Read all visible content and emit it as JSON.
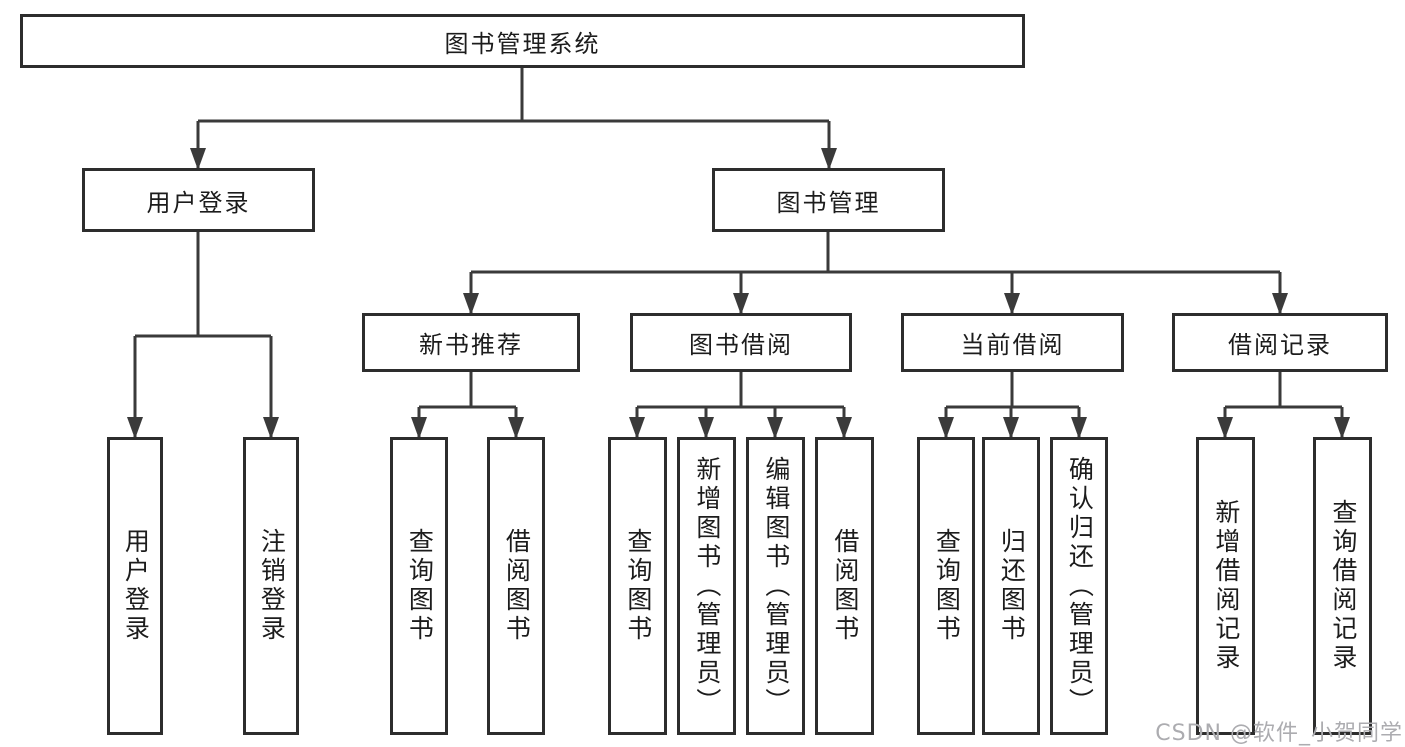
{
  "nodes": {
    "root": {
      "label": "图书管理系统"
    },
    "user_login": {
      "label": "用户登录",
      "children": [
        "用户登录",
        "注销登录"
      ]
    },
    "book_mgmt": {
      "label": "图书管理"
    },
    "new_book": {
      "label": "新书推荐",
      "children": [
        "查询图书",
        "借阅图书"
      ]
    },
    "book_borrow": {
      "label": "图书借阅",
      "children": [
        "查询图书",
        "新增图书（管理员）",
        "编辑图书（管理员）",
        "借阅图书"
      ]
    },
    "current_borrow": {
      "label": "当前借阅",
      "children": [
        "查询图书",
        "归还图书",
        "确认归还（管理员）"
      ]
    },
    "borrow_records": {
      "label": "借阅记录",
      "children": [
        "新增借阅记录",
        "查询借阅记录"
      ]
    }
  },
  "watermark": "CSDN @软件_小贺同学",
  "colors": {
    "line": "#3a3a3a",
    "border": "#2d2d2d",
    "text": "#1c1c1c",
    "watermark": "#acacb0",
    "background": "#ffffff"
  }
}
